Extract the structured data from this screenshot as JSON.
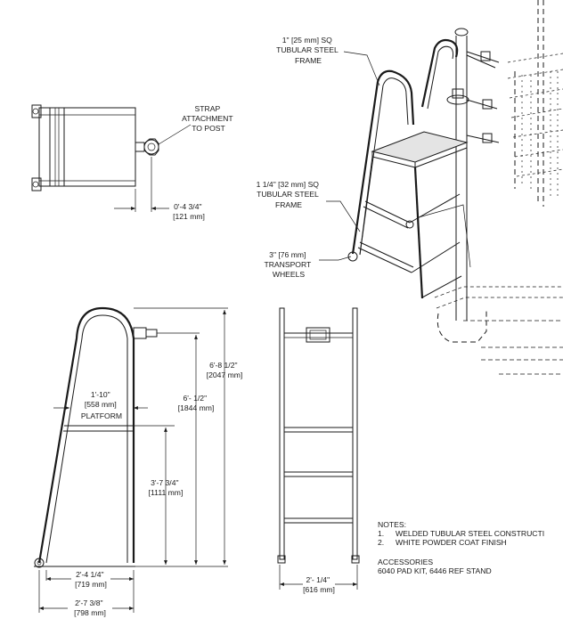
{
  "labels": {
    "strap": [
      "STRAP",
      "ATTACHMENT",
      "TO POST"
    ],
    "top_width": [
      "0'-4 3/4\"",
      "[121 mm]"
    ],
    "frame1": [
      "1\" [25 mm] SQ",
      "TUBULAR STEEL",
      "FRAME"
    ],
    "frame2": [
      "1 1/4\" [32 mm] SQ",
      "TUBULAR STEEL",
      "FRAME"
    ],
    "wheels": [
      "3\" [76 mm]",
      "TRANSPORT",
      "WHEELS"
    ],
    "platform": [
      "1'-10\"",
      "[558 mm]",
      "PLATFORM"
    ],
    "h_platform": [
      "3'-7 3/4\"",
      "[1111 mm]"
    ],
    "h_strap": [
      "6'- 1/2\"",
      "[1844 mm]"
    ],
    "h_overall": [
      "6'-8 1/2\"",
      "[2047 mm]"
    ],
    "base_inner": [
      "2'-4 1/4\"",
      "[719 mm]"
    ],
    "base_outer": [
      "2'-7 3/8\"",
      "[798 mm]"
    ],
    "front_width": [
      "2'- 1/4\"",
      "[616 mm]"
    ]
  },
  "notes": {
    "title": "NOTES:",
    "items": [
      {
        "num": "1.",
        "text": "WELDED TUBULAR STEEL CONSTRUCTI"
      },
      {
        "num": "2.",
        "text": "WHITE POWDER COAT FINISH"
      }
    ]
  },
  "accessories": {
    "title": "ACCESSORIES",
    "text": "6040  PAD KIT, 6446 REF STAND"
  }
}
